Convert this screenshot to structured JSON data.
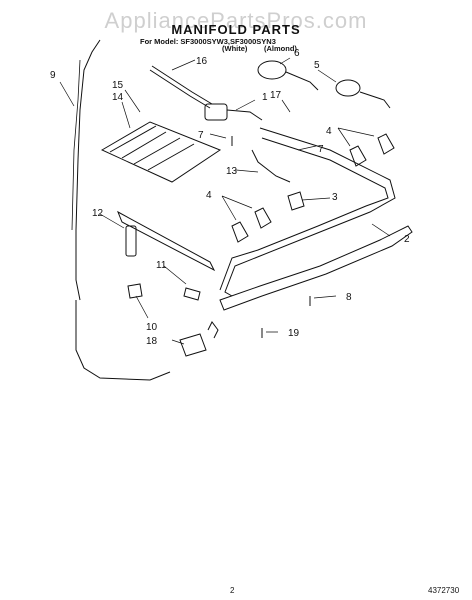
{
  "watermark": "AppliancePartsPros.com",
  "header": {
    "title": "MANIFOLD PARTS",
    "model_line": "For Model: SF3000SYW3,SF3000SYN3",
    "variant_white": "(White)",
    "variant_almond": "(Almond)"
  },
  "callouts": [
    "1",
    "2",
    "3",
    "4",
    "4",
    "5",
    "6",
    "7",
    "7",
    "8",
    "9",
    "10",
    "11",
    "12",
    "13",
    "14",
    "15",
    "16",
    "17",
    "18",
    "19"
  ],
  "footer": {
    "page_number": "2",
    "document_number": "4372730"
  },
  "colors": {
    "line": "#111111",
    "watermark": "#cfcfcf",
    "background": "#ffffff"
  }
}
